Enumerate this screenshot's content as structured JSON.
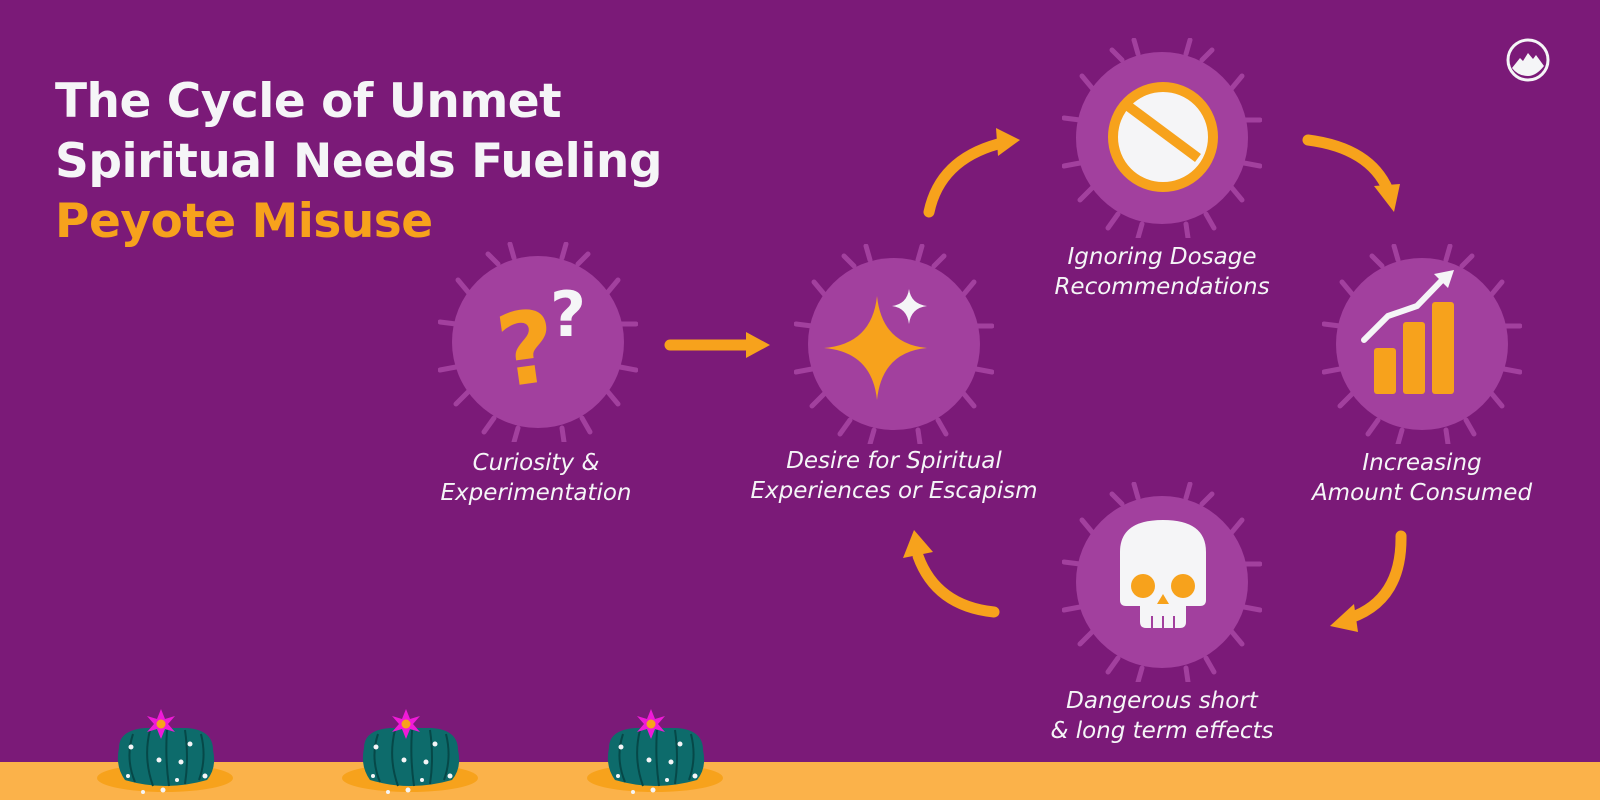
{
  "title": {
    "line1": "The Cycle of Unmet",
    "line2": "Spiritual Needs Fueling",
    "line3": "Peyote Misuse"
  },
  "colors": {
    "background": "#7b1a78",
    "node_fill": "#a2409e",
    "accent": "#f7a21c",
    "text": "#f5f5f7",
    "ground": "#fbb24a",
    "cactus": "#0d6b6b",
    "flower": "#f01ad8"
  },
  "logo": {
    "icon": "mountain-circle-logo-icon"
  },
  "nodes": [
    {
      "id": "curiosity",
      "icon": "question-marks-icon",
      "line1": "Curiosity &",
      "line2": "Experimentation"
    },
    {
      "id": "desire",
      "icon": "sparkle-icon",
      "line1": "Desire for Spiritual",
      "line2": "Experiences or Escapism"
    },
    {
      "id": "ignoring",
      "icon": "no-dose-pill-icon",
      "line1": "Ignoring Dosage",
      "line2": "Recommendations"
    },
    {
      "id": "increasing",
      "icon": "bar-chart-up-icon",
      "line1": "Increasing",
      "line2": "Amount Consumed"
    },
    {
      "id": "dangerous",
      "icon": "skull-icon",
      "line1": "Dangerous short",
      "line2": "& long term effects"
    }
  ],
  "flow": [
    "Curiosity & Experimentation → Desire for Spiritual Experiences or Escapism",
    "Desire → Ignoring Dosage Recommendations",
    "Ignoring → Increasing Amount Consumed",
    "Increasing → Dangerous short & long term effects",
    "Dangerous → Desire"
  ]
}
